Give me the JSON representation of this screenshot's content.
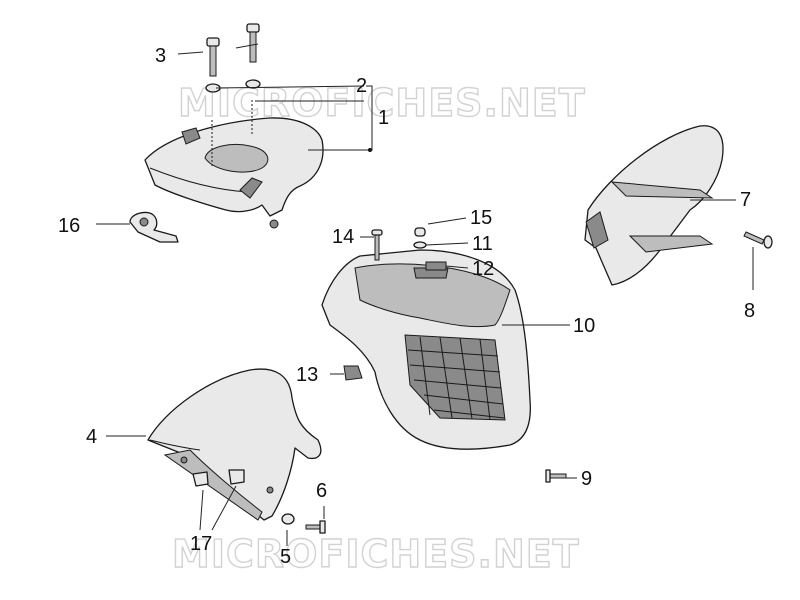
{
  "watermark": {
    "text": "MICROFICHES.NET"
  },
  "callouts": {
    "c1": "1",
    "c2": "2",
    "c3": "3",
    "c4": "4",
    "c5": "5",
    "c6": "6",
    "c7": "7",
    "c8": "8",
    "c9": "9",
    "c10": "10",
    "c11": "11",
    "c12": "12",
    "c13": "13",
    "c14": "14",
    "c15": "15",
    "c16": "16",
    "c17": "17"
  }
}
